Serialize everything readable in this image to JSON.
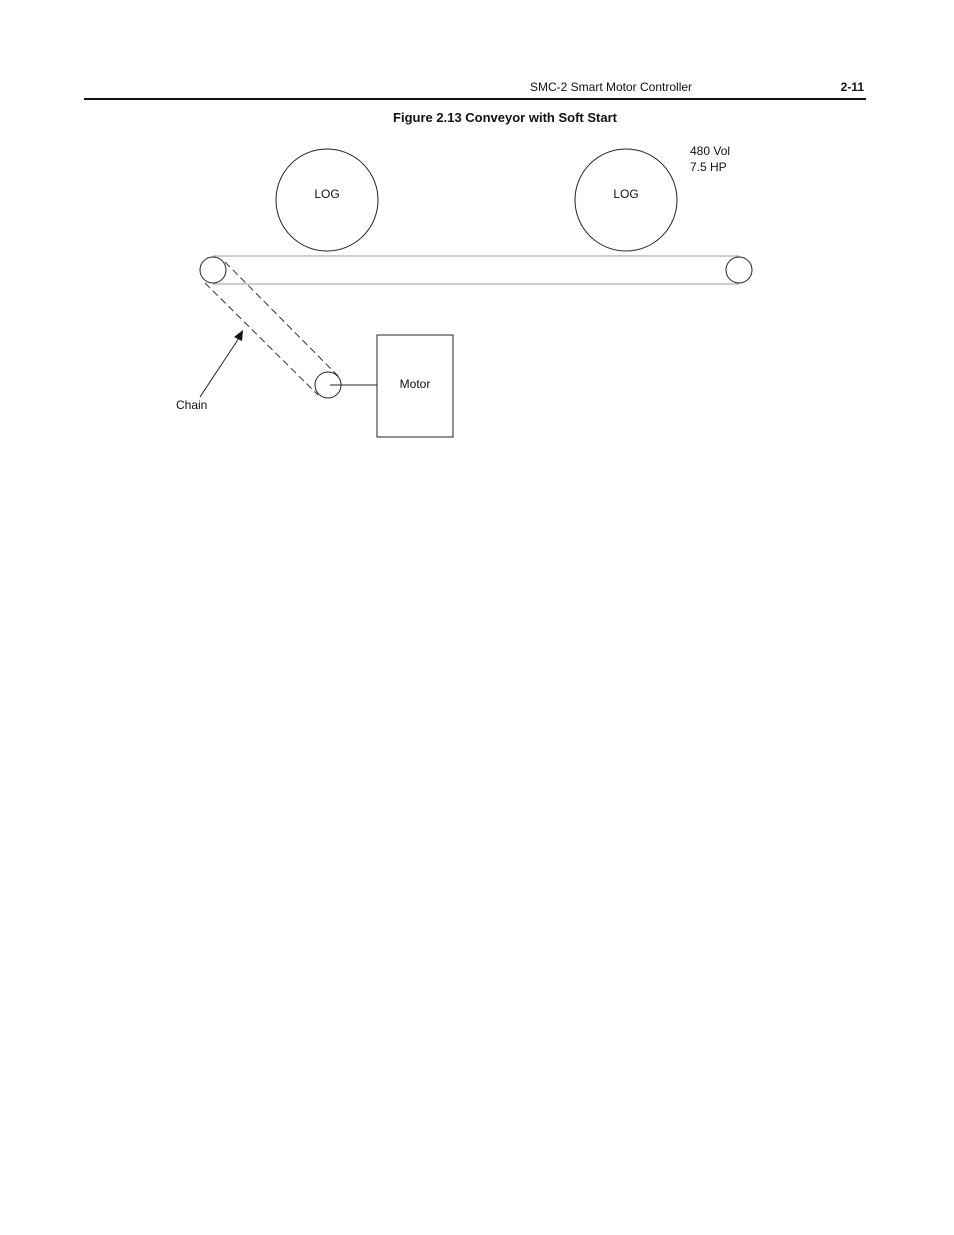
{
  "header": {
    "title": "SMC-2 Smart Motor Controller",
    "page_number": "2-11"
  },
  "figure": {
    "caption": "Figure 2.13 Conveyor with Soft Start",
    "log_left": "LOG",
    "log_right": "LOG",
    "spec_line1": "480 Vol",
    "spec_line2": "7.5 HP",
    "motor_label": "Motor",
    "chain_label": "Chain"
  }
}
